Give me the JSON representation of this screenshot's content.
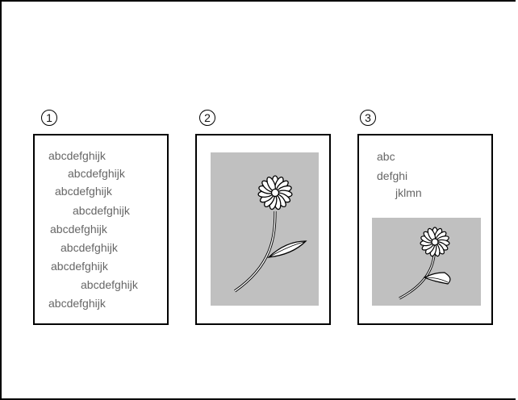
{
  "panels": [
    {
      "number": "1",
      "lines": [
        "abcdefghijk",
        "abcdefghijk",
        "abcdefghijk",
        "abcdefghijk",
        "abcdefghijk",
        "abcdefghijk",
        "abcdefghijk",
        "abcdefghijk",
        "abcdefghijk"
      ]
    },
    {
      "number": "2",
      "image": "flower-image"
    },
    {
      "number": "3",
      "lines": [
        "abc",
        "defghi",
        "jklmn"
      ],
      "image": "flower-image"
    }
  ],
  "colors": {
    "image_background": "#c0c0c0",
    "text": "#666666",
    "border": "#000000"
  }
}
